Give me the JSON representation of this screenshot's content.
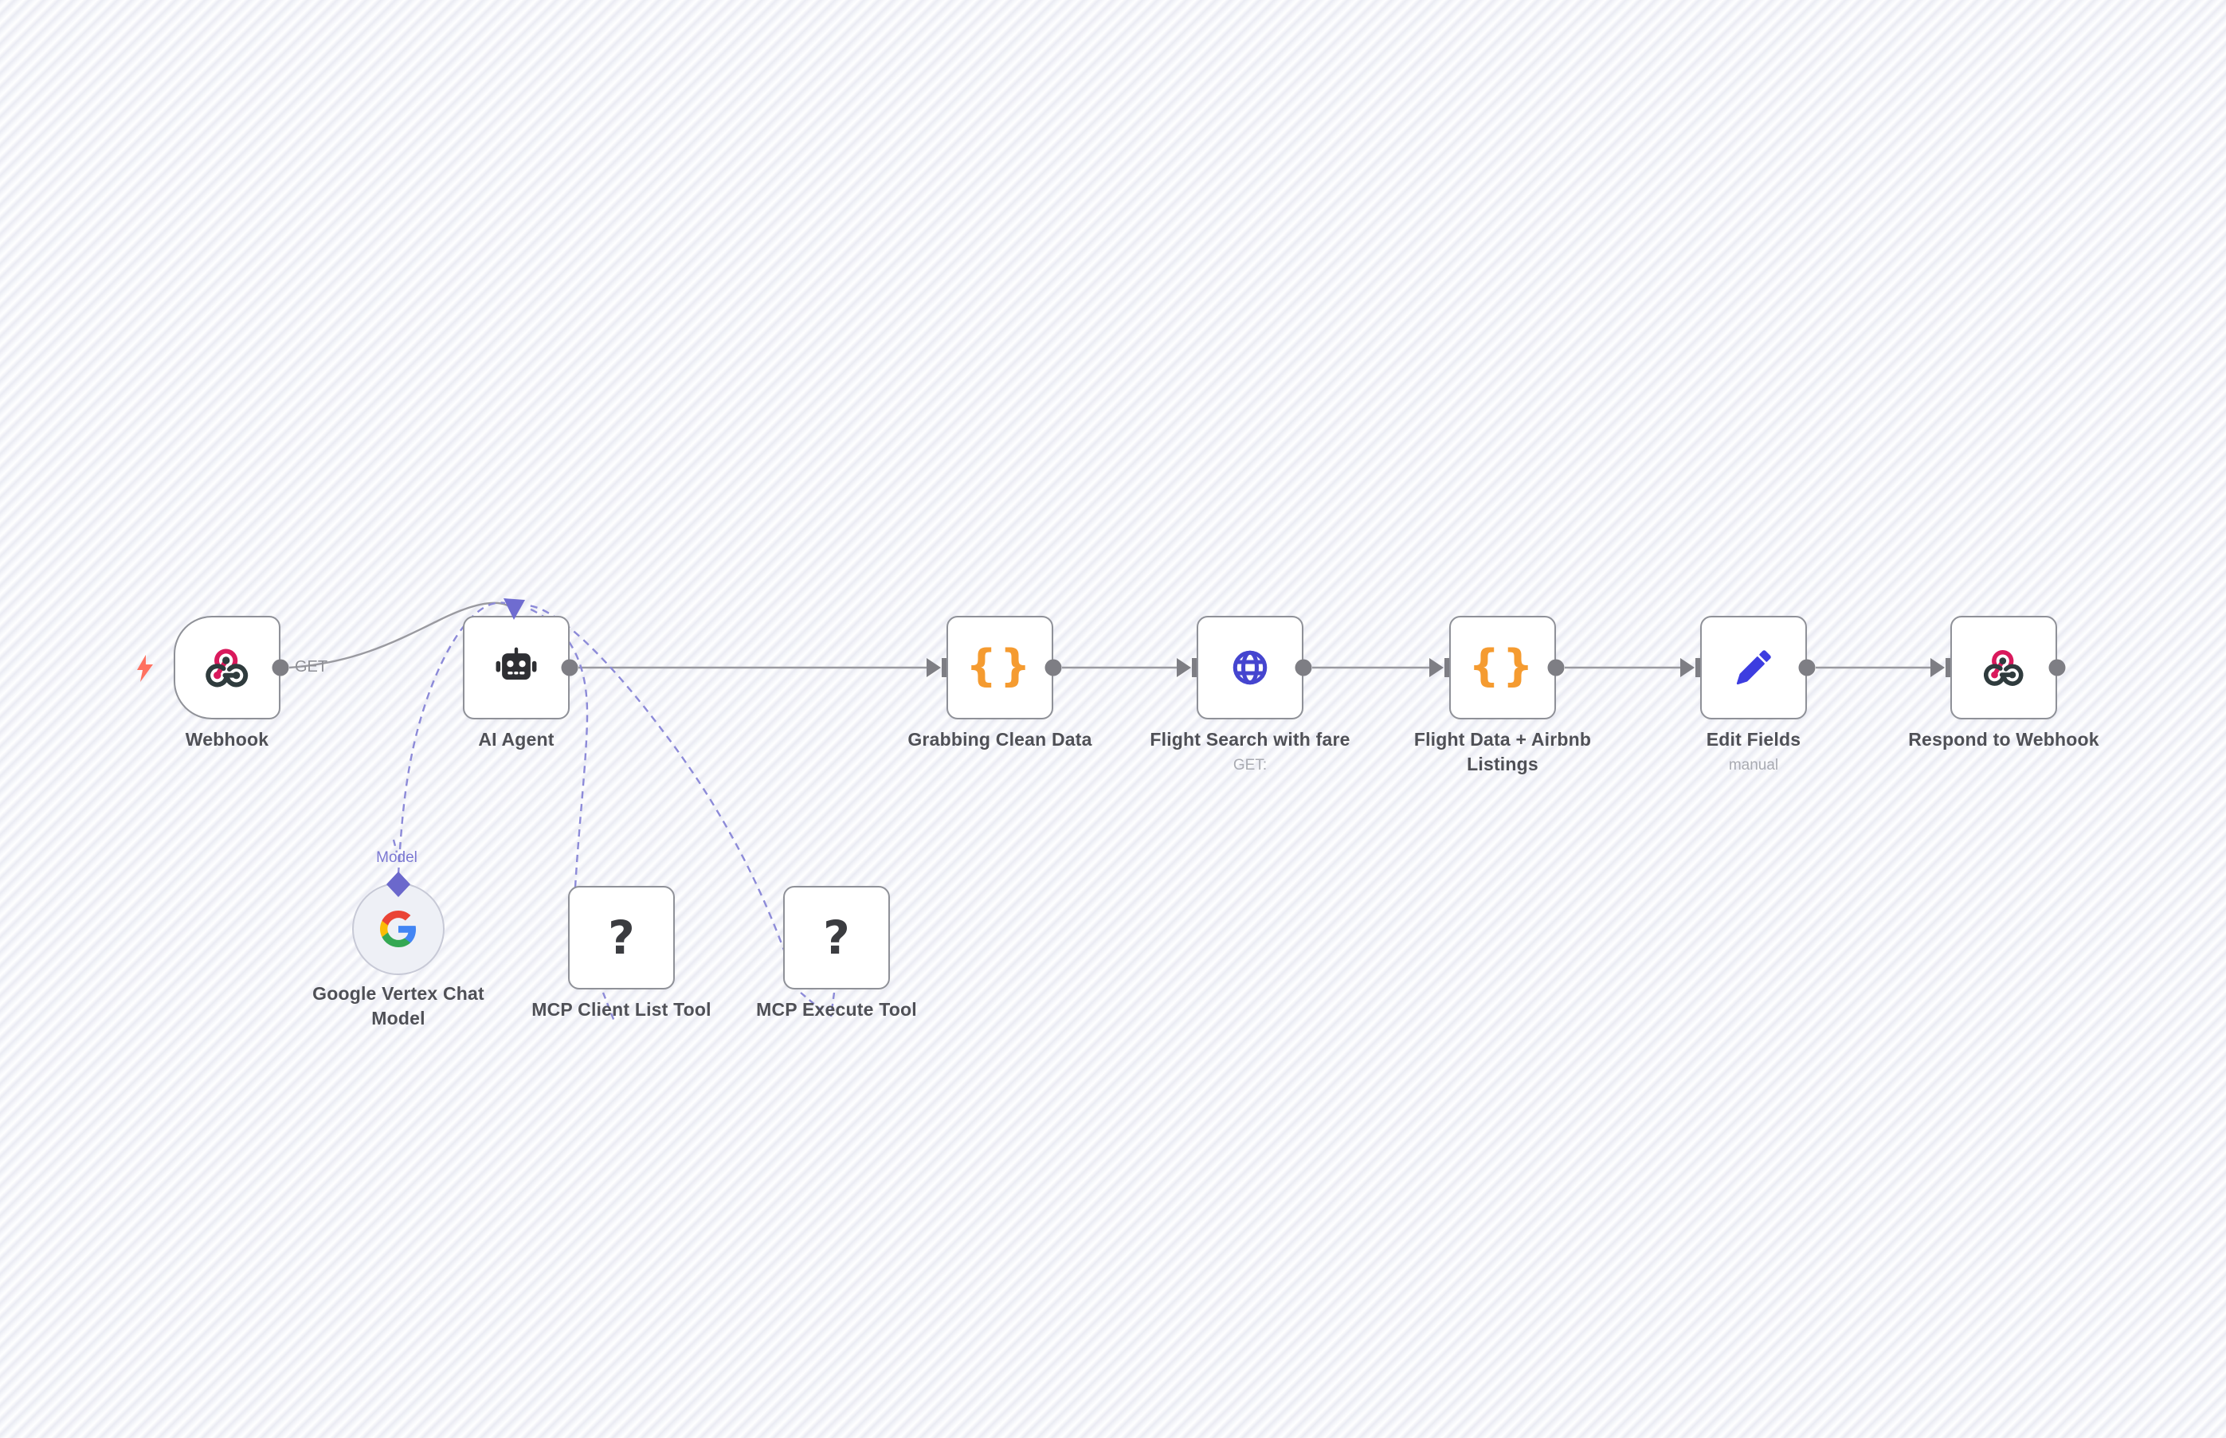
{
  "app": {
    "name": "n8n workflow canvas"
  },
  "canvas": {
    "colors": {
      "background": "#f3f4f8",
      "stripe": "#eaebf3",
      "node_border": "#8f9198",
      "node_fill": "#ffffff",
      "connection": "#9a9aa0",
      "ai_connection_dashed": "#8c8ad8",
      "ai_arrow": "#6f6cd0",
      "connector_dot": "#7e7e84",
      "label_text": "#4f5056",
      "sublabel_text": "#a9abb2",
      "model_label_text": "#7b78d2",
      "trigger_bolt": "#ff7160",
      "braces_icon": "#f59b30",
      "globe_icon": "#4545cf",
      "pencil_icon": "#3d3de0",
      "question_icon": "#3b3c40",
      "robot_icon": "#2e2f33",
      "webhook_icon_pink": "#d9195c",
      "webhook_icon_dark": "#2f3b3d",
      "google_blue": "#4285F4",
      "google_green": "#34A853",
      "google_yellow": "#FBBC05",
      "google_red": "#EA4335"
    }
  },
  "nodes": [
    {
      "id": "webhook",
      "label": "Webhook",
      "output_label": "GET",
      "icon": "webhook-icon",
      "kind": "trigger"
    },
    {
      "id": "ai-agent",
      "label": "AI Agent",
      "icon": "robot-icon",
      "kind": "agent"
    },
    {
      "id": "grabbing-clean-data",
      "label": "Grabbing Clean Data",
      "icon": "code-braces-icon",
      "glyph": "{}"
    },
    {
      "id": "flight-search-with-fare",
      "label": "Flight Search with fare",
      "subtitle": "GET:",
      "icon": "globe-icon"
    },
    {
      "id": "flight-data-airbnb-listings",
      "label": "Flight Data + Airbnb Listings",
      "icon": "code-braces-icon",
      "glyph": "{}"
    },
    {
      "id": "edit-fields",
      "label": "Edit Fields",
      "subtitle": "manual",
      "icon": "pencil-icon"
    },
    {
      "id": "respond-to-webhook",
      "label": "Respond to Webhook",
      "icon": "webhook-icon"
    }
  ],
  "sub_nodes": [
    {
      "id": "google-vertex-chat-model",
      "label": "Google Vertex Chat Model",
      "icon": "google-g-icon",
      "connection_label": "Model"
    },
    {
      "id": "mcp-client-list-tool",
      "label": "MCP Client List Tool",
      "icon": "question-mark-icon",
      "glyph": "?"
    },
    {
      "id": "mcp-execute-tool",
      "label": "MCP Execute Tool",
      "icon": "question-mark-icon",
      "glyph": "?"
    }
  ]
}
